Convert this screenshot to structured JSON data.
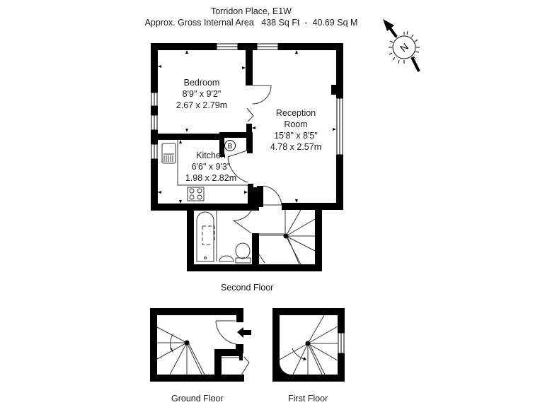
{
  "header": {
    "address": "Torridon Place, E1W",
    "area_line": "Approx. Gross Internal Area   438 Sq Ft  -  40.69 Sq M"
  },
  "compass": {
    "icon": "north-compass-icon",
    "label": "N"
  },
  "rooms": {
    "bedroom": {
      "name": "Bedroom",
      "imperial": "8'9\" x 9'2\"",
      "metric": "2.67 x 2.79m"
    },
    "reception": {
      "name_line1": "Reception",
      "name_line2": "Room",
      "imperial": "15'8\" x 8'5\"",
      "metric": "4.78 x 2.57m"
    },
    "kitchen": {
      "name": "Kitchen",
      "imperial": "6'6\" x 9'3\"",
      "metric": "1.98 x 2.82m"
    },
    "boiler": {
      "label": "B"
    }
  },
  "floors": {
    "second": "Second Floor",
    "ground": "Ground Floor",
    "first": "First Floor"
  },
  "colors": {
    "wall": "#000000",
    "background": "#ffffff",
    "line": "#333333"
  }
}
